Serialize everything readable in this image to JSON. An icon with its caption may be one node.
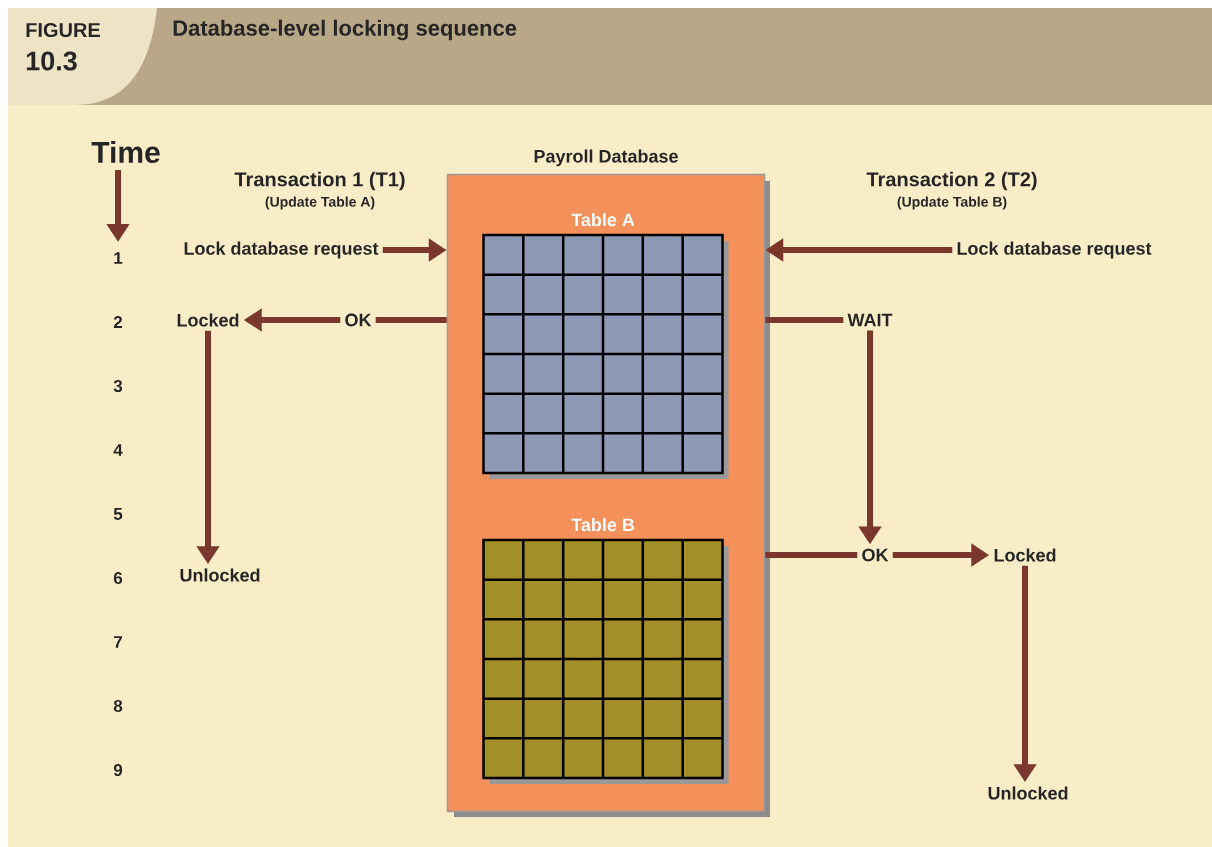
{
  "diagram": {
    "title": "Database-level locking sequence",
    "nodes": [
      {
        "text": [
          "Payroll Database"
        ]
      },
      {
        "text": [
          "Table A"
        ],
        "in": 0
      },
      {
        "text": [
          "Table B"
        ],
        "in": 0
      },
      {
        "text": [
          "Lock database request"
        ]
      },
      {
        "text": [
          "OK"
        ]
      },
      {
        "text": [
          "Locked"
        ]
      },
      {
        "text": [
          "Unlocked"
        ]
      },
      {
        "text": [
          "Lock database request"
        ]
      },
      {
        "text": [
          "WAIT"
        ]
      },
      {
        "text": [
          "OK"
        ]
      },
      {
        "text": [
          "Locked"
        ]
      },
      {
        "text": [
          "Unlocked"
        ]
      }
    ],
    "edges": [
      {
        "from": 3,
        "to": 0,
        "arrow": "to"
      },
      {
        "from": 0,
        "to": 4,
        "arrow": "none"
      },
      {
        "from": 4,
        "to": 5,
        "arrow": "to"
      },
      {
        "from": 5,
        "to": 6,
        "arrow": "to"
      },
      {
        "from": 7,
        "to": 0,
        "arrow": "to"
      },
      {
        "from": 0,
        "to": 8,
        "arrow": "none"
      },
      {
        "from": 8,
        "to": 9,
        "arrow": "to"
      },
      {
        "from": 0,
        "to": 9,
        "arrow": "none"
      },
      {
        "from": 9,
        "to": 10,
        "arrow": "to"
      },
      {
        "from": 10,
        "to": 11,
        "arrow": "to"
      }
    ],
    "labels": [
      "FIGURE",
      "10.3",
      "Time",
      "Transaction 1 (T1)",
      "(Update Table A)",
      "Transaction 2 (T2)",
      "(Update Table B)",
      "1",
      "2",
      "3",
      "4",
      "5",
      "6",
      "7",
      "8",
      "9"
    ]
  }
}
